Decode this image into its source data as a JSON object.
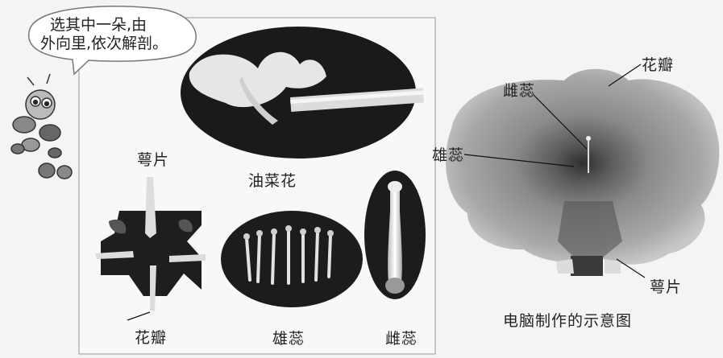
{
  "speech_bubble": {
    "line1": "选其中一朵,由",
    "line2": "外向里,依次解剖。"
  },
  "left_panel": {
    "flower_name": "油菜花",
    "sepal_label": "萼片",
    "petal_label": "花瓣",
    "stamen_label": "雄蕊",
    "pistil_label": "雌蕊"
  },
  "right_panel": {
    "petal_label": "花瓣",
    "pistil_label": "雌蕊",
    "stamen_label": "雄蕊",
    "sepal_label": "萼片",
    "caption": "电脑制作的示意图"
  }
}
